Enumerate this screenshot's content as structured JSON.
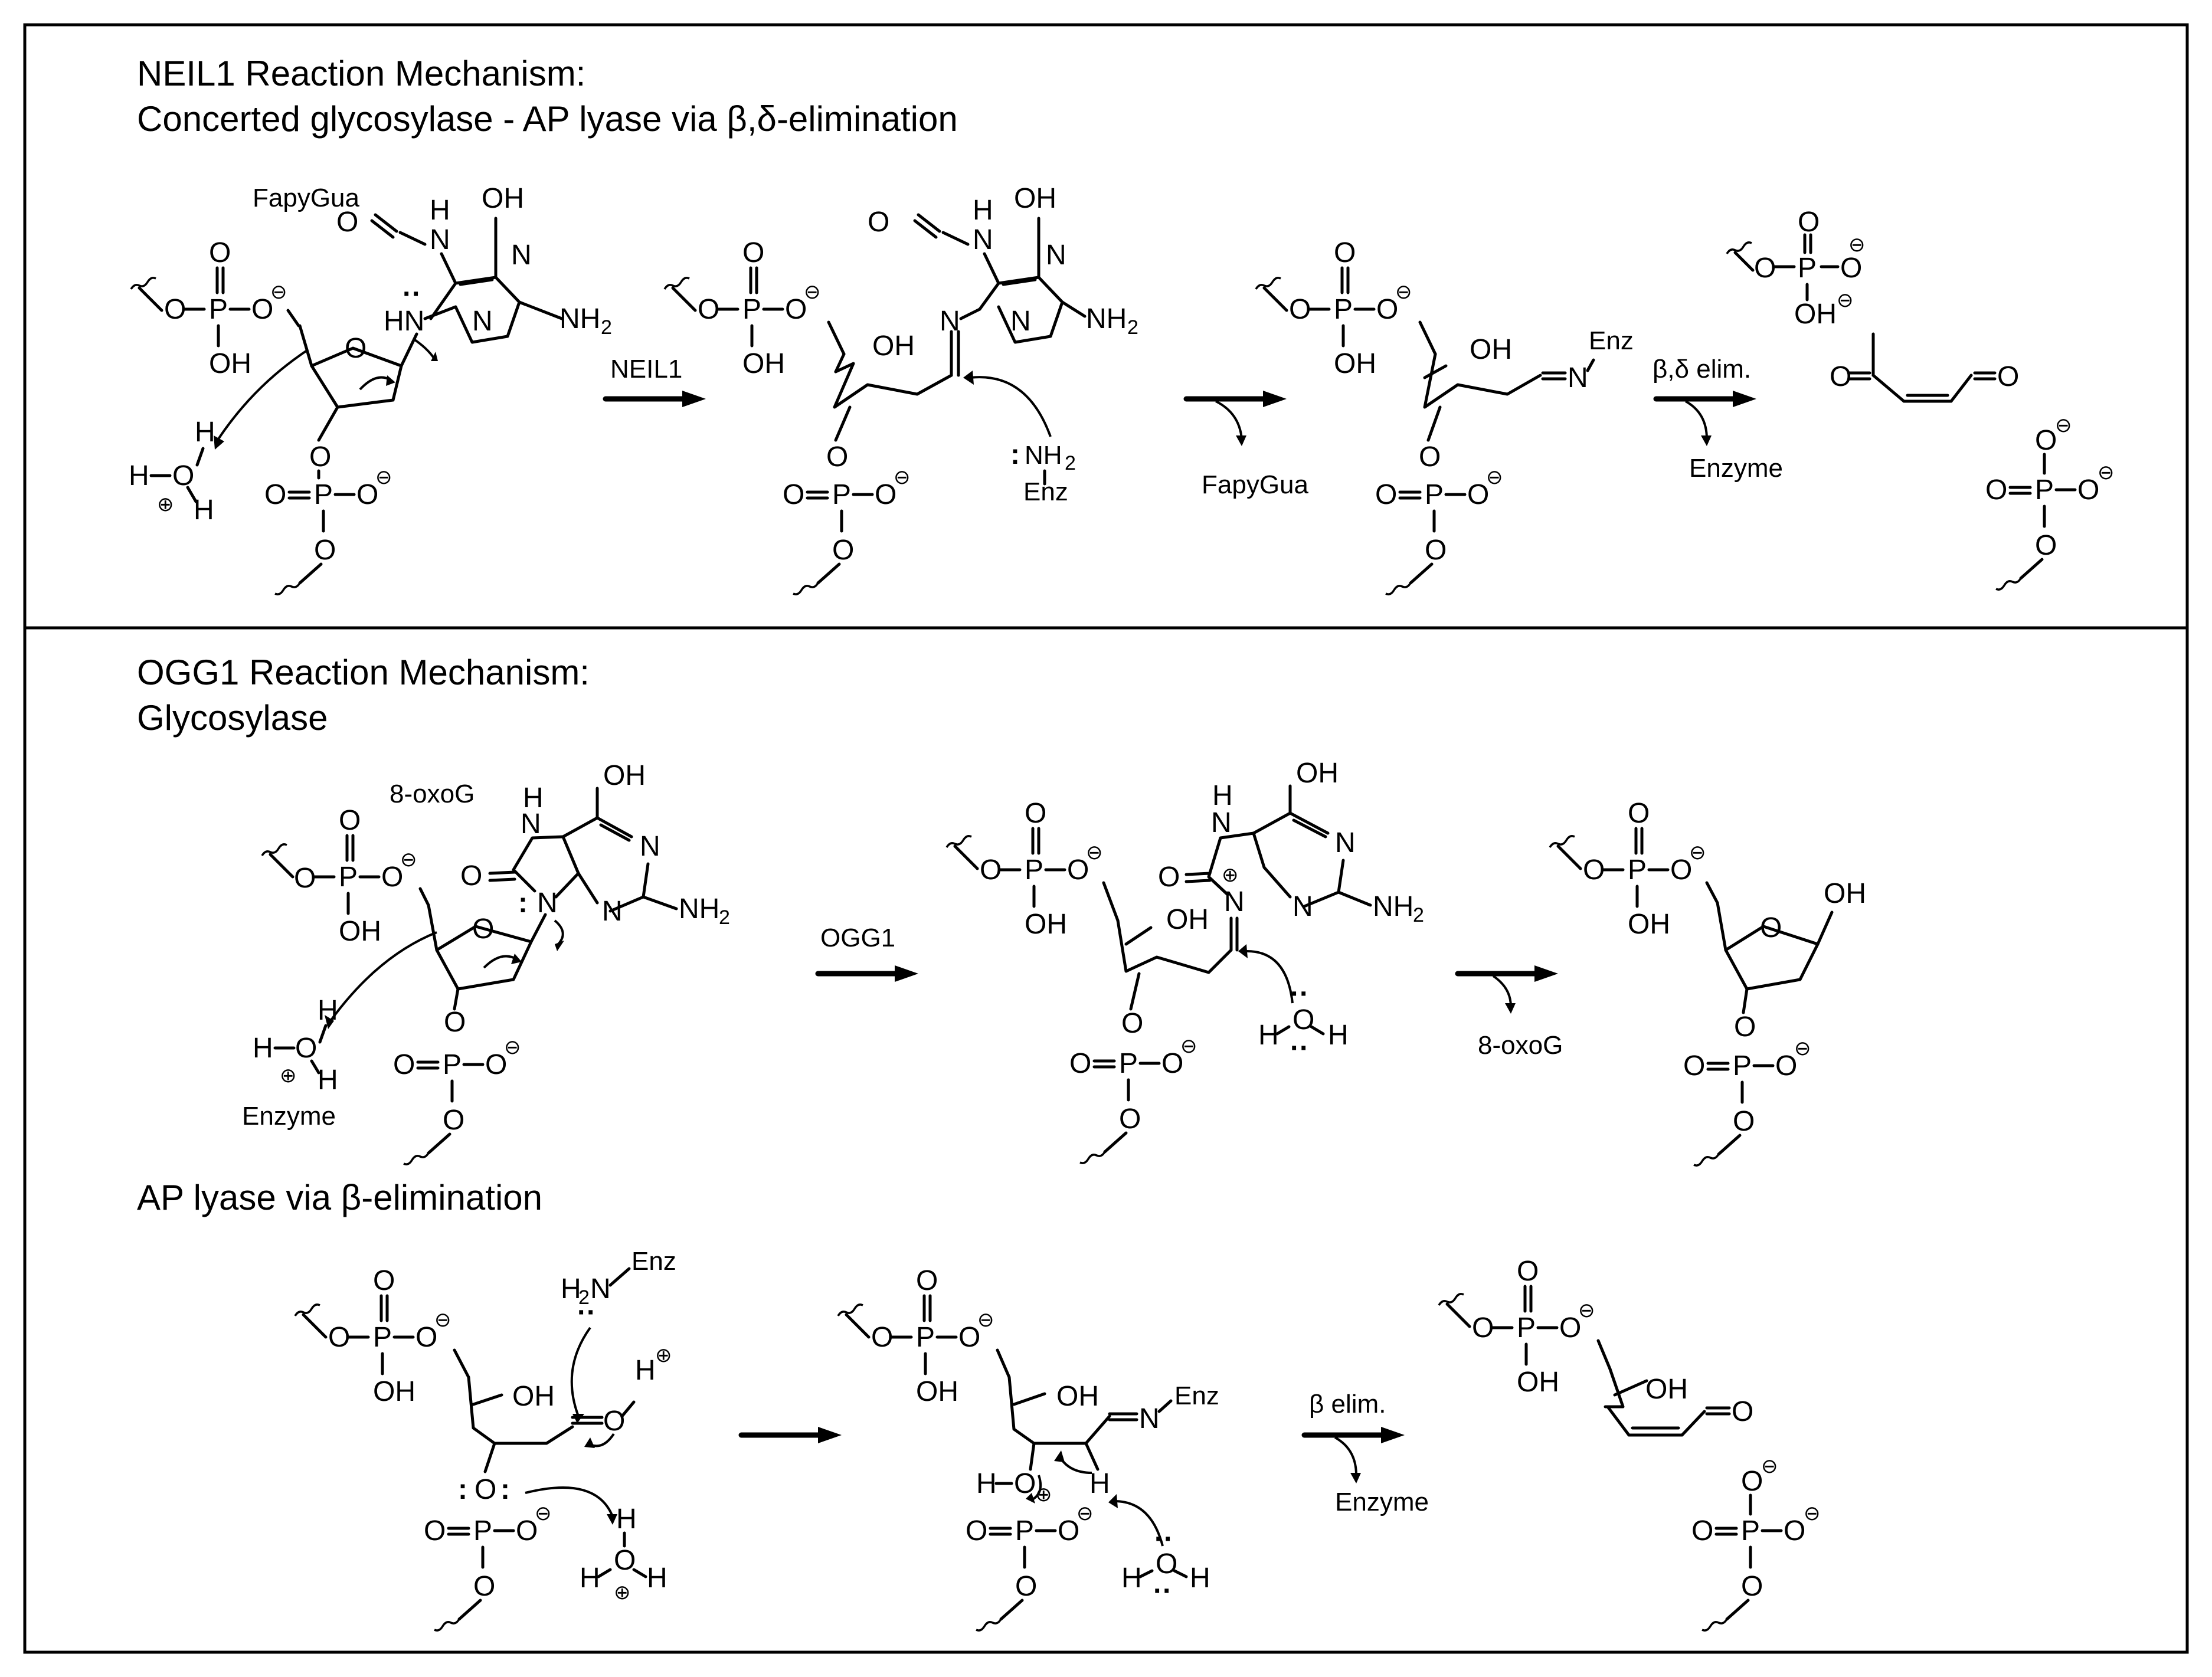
{
  "neil1": {
    "title": "NEIL1 Reaction Mechanism:",
    "subtitle": "Concerted glycosylase - AP lyase via β,δ-elimination",
    "lesion_label": "FapyGua",
    "step1_enzyme": "NEIL1",
    "step2_leaving": "FapyGua",
    "step3_label": "β,δ elim.",
    "step3_leaving": "Enzyme",
    "nucleophile": "NH2",
    "enz": "Enz"
  },
  "ogg1": {
    "title": "OGG1 Reaction Mechanism:",
    "subtitle": "Glycosylase",
    "lesion_label": "8-oxoG",
    "step1_enzyme": "OGG1",
    "step2_leaving": "8-oxoG",
    "base_catalyst": "Enzyme"
  },
  "ap_lyase": {
    "title": "AP lyase via β-elimination",
    "enz": "Enz",
    "step2_label": "β elim.",
    "step2_leaving": "Enzyme"
  },
  "atoms": {
    "O": "O",
    "P": "P",
    "OH": "OH",
    "N": "N",
    "NH2": "NH2",
    "H": "H",
    "HN": "HN",
    "minus": "⊖",
    "plus": "⊕",
    "H2N": "H2N"
  }
}
